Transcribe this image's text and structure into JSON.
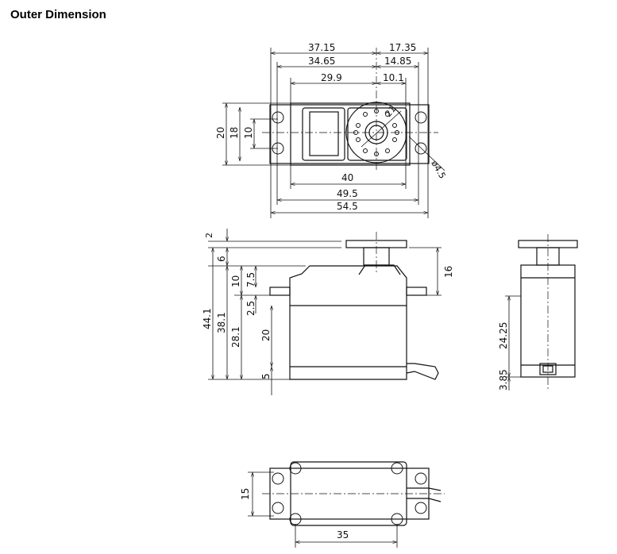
{
  "title": "Outer Dimension",
  "top_view": {
    "d1": "37.15",
    "d2": "17.35",
    "d3": "34.65",
    "d4": "14.85",
    "d5": "29.9",
    "d6": "10.1",
    "d7": "40",
    "d8": "49.5",
    "d9": "54.5",
    "v1": "20",
    "v2": "18",
    "v3": "10",
    "horn": "21",
    "hole": "ø4.5"
  },
  "side_view": {
    "d2": "2",
    "d6": "6",
    "d44": "44.1",
    "d38": "38.1",
    "d28": "28.1",
    "d10": "10",
    "d75": "7.5",
    "d25": "2.5",
    "d20": "20",
    "d5": "5",
    "d16": "16"
  },
  "end_view": {
    "d2425": "24.25",
    "d385": "3.85"
  },
  "bottom_view": {
    "d15": "15",
    "d35": "35"
  }
}
